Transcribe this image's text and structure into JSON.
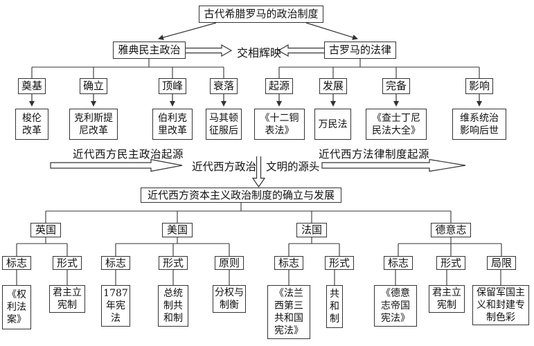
{
  "diagram": {
    "title": "古代希腊罗马的政治制度",
    "mutual": "交相辉映",
    "athens": {
      "label": "雅典民主政治",
      "stages": [
        {
          "label": "奠基",
          "detail": "梭伦\n改革"
        },
        {
          "label": "确立",
          "detail": "克利斯提\n尼改革"
        },
        {
          "label": "顶峰",
          "detail": "伯利克\n里改革"
        },
        {
          "label": "衰落",
          "detail": "马其顿\n征服后"
        }
      ]
    },
    "rome": {
      "label": "古罗马的法律",
      "stages": [
        {
          "label": "起源",
          "detail": "《十二铜\n表法》"
        },
        {
          "label": "发展",
          "detail": "万民法"
        },
        {
          "label": "完备",
          "detail": "《查士丁尼\n民法大全》"
        },
        {
          "label": "影响",
          "detail": "维系统治\n影响后世"
        }
      ]
    },
    "middle": {
      "left_caption": "近代西方民主政治起源",
      "right_caption": "近代西方法律制度起源",
      "center_left": "近代西方政治",
      "center_right": "文明的源头"
    },
    "modern": {
      "title": "近代西方资本主义政治制度的确立与发展",
      "countries": [
        {
          "name": "英国",
          "aspects": [
            {
              "label": "标志",
              "detail": "《权\n利法\n案》"
            },
            {
              "label": "形式",
              "detail": "君主立\n宪制"
            }
          ]
        },
        {
          "name": "美国",
          "aspects": [
            {
              "label": "标志",
              "detail": "1787\n年宪\n法"
            },
            {
              "label": "形式",
              "detail": "总统\n制共\n和制"
            },
            {
              "label": "原则",
              "detail": "分权与\n制衡"
            }
          ]
        },
        {
          "name": "法国",
          "aspects": [
            {
              "label": "标志",
              "detail": "《法兰\n西第三\n共和国\n宪法》"
            },
            {
              "label": "形式",
              "detail": "共\n和\n制"
            }
          ]
        },
        {
          "name": "德意志",
          "aspects": [
            {
              "label": "标志",
              "detail": "《德意\n志帝国\n宪法》"
            },
            {
              "label": "形式",
              "detail": "君主立\n宪制"
            },
            {
              "label": "局限",
              "detail": "保留军国主\n义和封建专\n制色彩"
            }
          ]
        }
      ]
    }
  },
  "colors": {
    "line": "#333333",
    "text": "#111111",
    "background": "#ffffff"
  }
}
